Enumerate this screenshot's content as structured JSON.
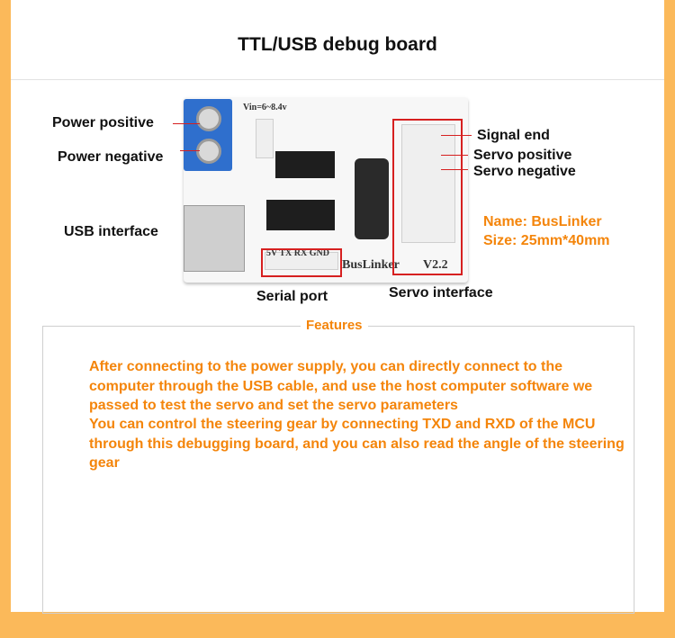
{
  "title": "TTL/USB debug board",
  "labels": {
    "power_positive": "Power positive",
    "power_negative": "Power negative",
    "usb_interface": "USB interface",
    "serial_port": "Serial port",
    "servo_interface": "Servo interface",
    "signal_end": "Signal end",
    "servo_positive": "Servo positive",
    "servo_negative": "Servo negative"
  },
  "board_info": {
    "name": "Name: BusLinker",
    "size": "Size: 25mm*40mm"
  },
  "board_silkscreen": {
    "brand": "BusLinker",
    "version": "V2.2",
    "vin": "Vin=6~8.4v",
    "pins": "5V TX RX GND"
  },
  "features": {
    "heading": "Features",
    "paragraph1": "After connecting to the power supply, you can directly connect to the computer through the USB cable, and use the host computer software we passed to test the servo and set the servo parameters",
    "paragraph2": "You can control the steering gear by connecting TXD and RXD of the MCU through this debugging board, and you can also read the angle of the steering gear"
  },
  "colors": {
    "background": "#fbb95a",
    "accent": "#f4850b",
    "highlight": "#d62020",
    "terminal": "#2f6fcd"
  }
}
